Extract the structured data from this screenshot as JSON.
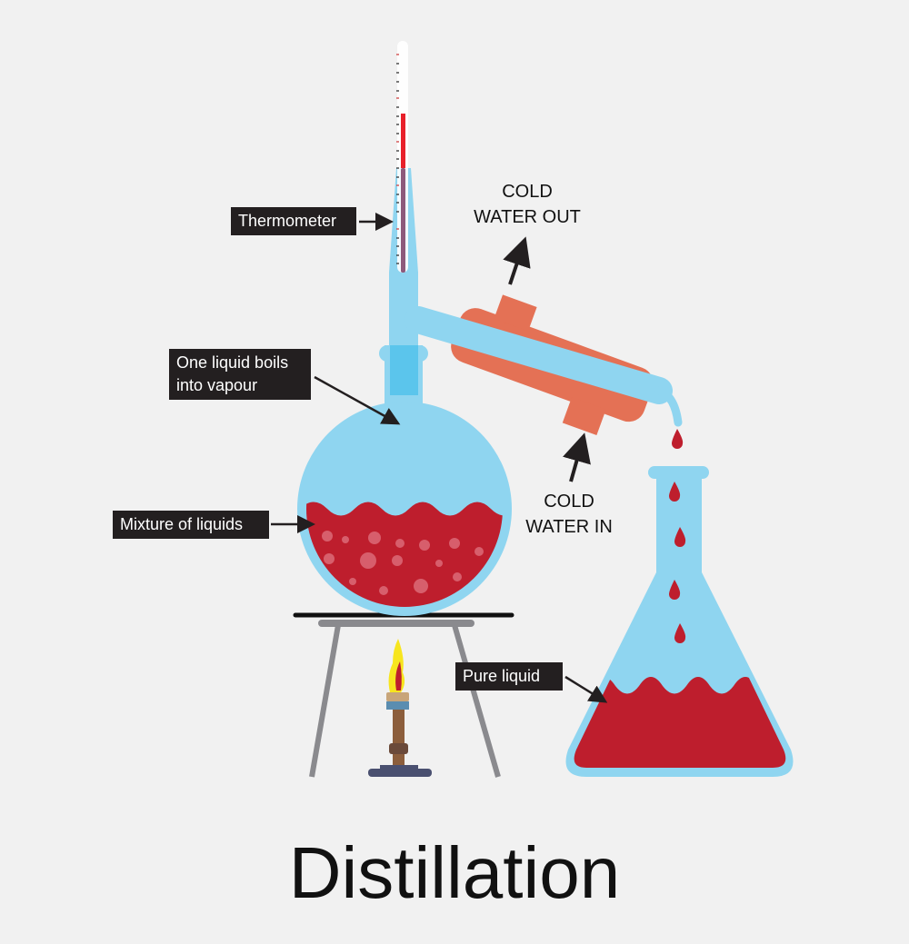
{
  "title": "Distillation",
  "labels": {
    "thermometer": "Thermometer",
    "vapour_line1": "One liquid boils",
    "vapour_line2": "into vapour",
    "mixture": "Mixture of liquids",
    "pure": "Pure liquid",
    "water_out_line1": "COLD",
    "water_out_line2": "WATER OUT",
    "water_in_line1": "COLD",
    "water_in_line2": "WATER IN"
  },
  "colors": {
    "background": "#f1f1f1",
    "glass": "#8fd5f0",
    "liquid": "#be1e2d",
    "condenser": "#e47155",
    "label_bg": "#231f20"
  }
}
